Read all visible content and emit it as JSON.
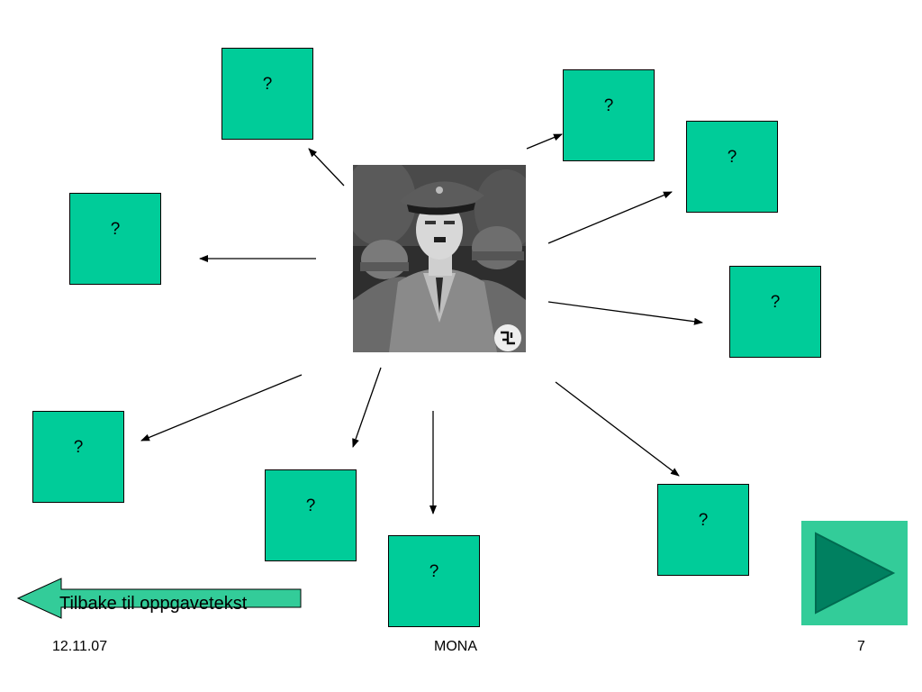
{
  "slide": {
    "question_mark": "?",
    "back_link_label": "Tilbake til oppgavetekst",
    "footer": {
      "date": "12.11.07",
      "center": "MONA",
      "page_number": "7"
    }
  },
  "icons": {
    "back": "left-arrow-icon",
    "next": "play-triangle-icon"
  },
  "colors": {
    "box_fill": "#00cc99",
    "next_button_fill": "#33cc99",
    "next_triangle": "#008060"
  }
}
